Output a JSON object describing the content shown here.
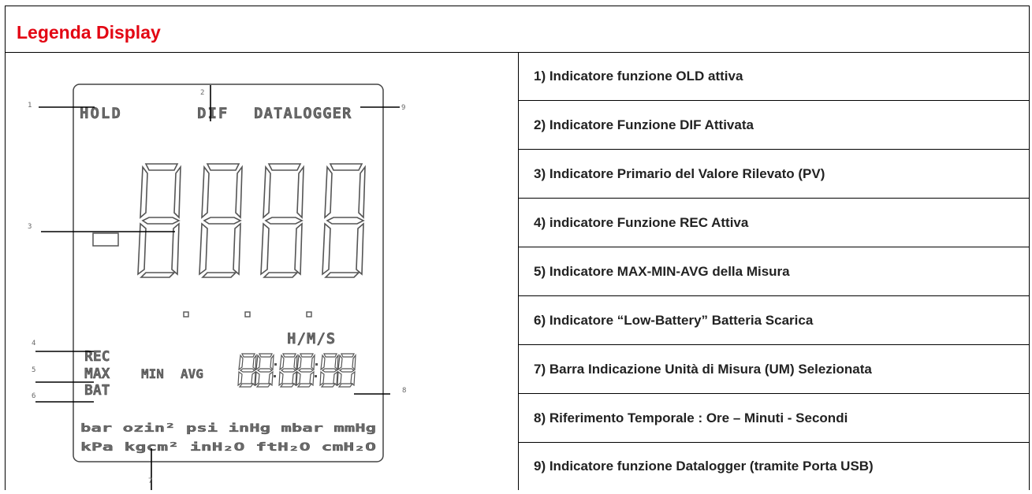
{
  "title": "Legenda Display",
  "display": {
    "labels": {
      "hold": "HOLD",
      "dif": "DIF",
      "datalogger": "DATALOGGER",
      "hms": "H/M/S",
      "rec": "REC",
      "max": "MAX",
      "min": "MIN",
      "avg": "AVG",
      "bat": "BAT",
      "units_row1": "bar ozin² psi inHg mbar mmHg",
      "units_row2": "kPa kgcm² inH₂O ftH₂O cmH₂O"
    },
    "callouts": [
      "1",
      "2",
      "3",
      "4",
      "5",
      "6",
      "7",
      "8",
      "9"
    ]
  },
  "legend": [
    "1) Indicatore funzione OLD attiva",
    "2) Indicatore Funzione DIF Attivata",
    "3) Indicatore Primario del Valore Rilevato (PV)",
    "4) indicatore Funzione REC Attiva",
    "5) Indicatore MAX-MIN-AVG della Misura",
    "6) Indicatore “Low-Battery”  Batteria Scarica",
    "7) Barra Indicazione Unità di Misura (UM) Selezionata",
    "8) Riferimento Temporale : Ore – Minuti - Secondi",
    "9) Indicatore funzione Datalogger (tramite Porta USB)"
  ]
}
